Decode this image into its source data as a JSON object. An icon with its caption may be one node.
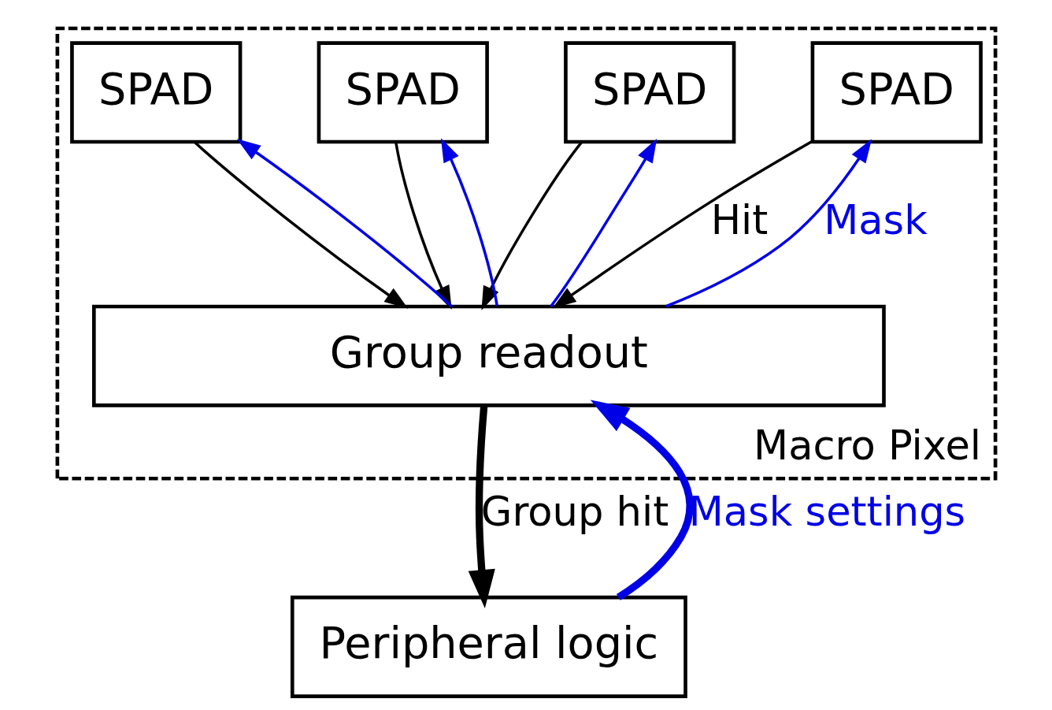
{
  "diagram": {
    "nodes": [
      {
        "text": [
          "Macro Pixel"
        ]
      },
      {
        "text": [
          "SPAD"
        ],
        "in": 0
      },
      {
        "text": [
          "SPAD"
        ],
        "in": 0
      },
      {
        "text": [
          "SPAD"
        ],
        "in": 0
      },
      {
        "text": [
          "SPAD"
        ],
        "in": 0
      },
      {
        "text": [
          "Group readout"
        ],
        "in": 0
      },
      {
        "text": [
          "Peripheral logic"
        ]
      }
    ],
    "edges": [
      {
        "from": 1,
        "to": 5,
        "arrow": "to",
        "label": "Hit"
      },
      {
        "from": 5,
        "to": 1,
        "arrow": "to",
        "label": "Mask",
        "color": "#0000e6"
      },
      {
        "from": 2,
        "to": 5,
        "arrow": "to"
      },
      {
        "from": 5,
        "to": 2,
        "arrow": "to",
        "color": "#0000e6"
      },
      {
        "from": 3,
        "to": 5,
        "arrow": "to"
      },
      {
        "from": 5,
        "to": 3,
        "arrow": "to",
        "color": "#0000e6"
      },
      {
        "from": 4,
        "to": 5,
        "arrow": "to"
      },
      {
        "from": 5,
        "to": 4,
        "arrow": "to",
        "color": "#0000e6"
      },
      {
        "from": 5,
        "to": 6,
        "arrow": "to",
        "label": "Group hit",
        "style": "thick"
      },
      {
        "from": 6,
        "to": 5,
        "arrow": "to",
        "label": "Mask settings",
        "style": "thick",
        "color": "#0000e6"
      }
    ]
  }
}
